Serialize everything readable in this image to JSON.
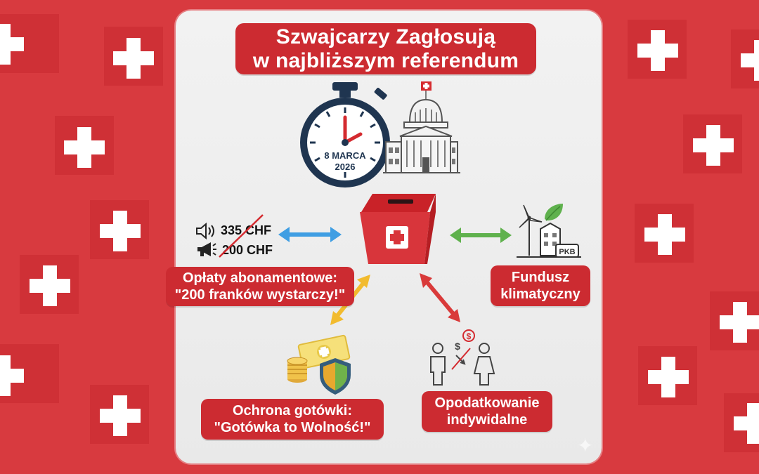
{
  "title": {
    "line1": "Szwajcarzy Zagłosują",
    "line2": "w najbliższym referendum"
  },
  "clock": {
    "date_line1": "8 MARCA",
    "date_line2": "2026"
  },
  "fees": {
    "old_price": "335 CHF",
    "new_price": "200 CHF"
  },
  "climate_icon_badge": "PKB",
  "labels": {
    "fees_line1": "Opłaty abonamentowe:",
    "fees_line2": "\"200 franków wystarczy!\"",
    "climate_line1": "Fundusz",
    "climate_line2": "klimatyczny",
    "cash_line1": "Ochrona gotówki:",
    "cash_line2": "\"Gotówka to Wolność!\"",
    "tax_line1": "Opodatkowanie",
    "tax_line2": "indywidalne"
  },
  "colors": {
    "swiss_red": "#cc2b31",
    "blue_arrow": "#3f9ee3",
    "green_arrow": "#5fb14d",
    "yellow_arrow": "#f2bb2e",
    "red_arrow": "#d93a3a"
  },
  "icons": [
    "stopwatch-icon",
    "parliament-icon",
    "ballot-box-icon",
    "speaker-icon",
    "megaphone-icon",
    "wind-turbine-icon",
    "leaf-icon",
    "coins-icon",
    "banknote-icon",
    "shield-icon",
    "man-icon",
    "woman-icon",
    "dollar-icon",
    "sparkle-icon"
  ]
}
